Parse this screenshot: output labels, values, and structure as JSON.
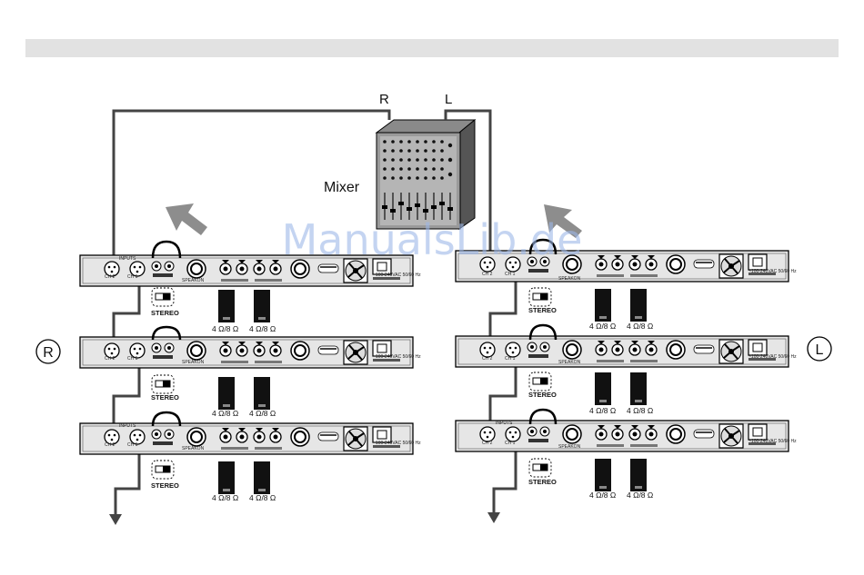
{
  "diagram": {
    "mixer_label": "Mixer",
    "right_channel": "R",
    "left_channel": "L",
    "side_badge_right": "R",
    "side_badge_left": "L",
    "stereo_label": "STEREO",
    "speaker_impedance": "4 Ω/8 Ω",
    "input_ch2": "CH 2",
    "input_ch1": "CH 1",
    "inputs_label": "INPUTS",
    "speakon_label": "SPEAKON",
    "power_label": "~100-240VAC 50/60 Hz"
  },
  "watermark": {
    "text": "ManualsLib.de"
  }
}
